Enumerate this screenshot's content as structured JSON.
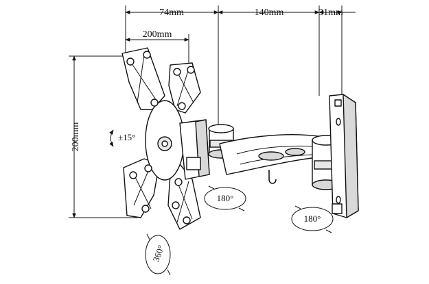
{
  "dimensions": {
    "offset_74": "74mm",
    "arm_140": "140mm",
    "wall_31": "31mm",
    "vesa_width": "200mm",
    "vesa_height": "200mm"
  },
  "rotations": {
    "tilt": "±15°",
    "swivel_arm": "180°",
    "swivel_wall": "180°",
    "rotate_plate": "360°"
  },
  "colors": {
    "line": "#111111",
    "shade": "#d9d9d9",
    "background": "#ffffff"
  }
}
